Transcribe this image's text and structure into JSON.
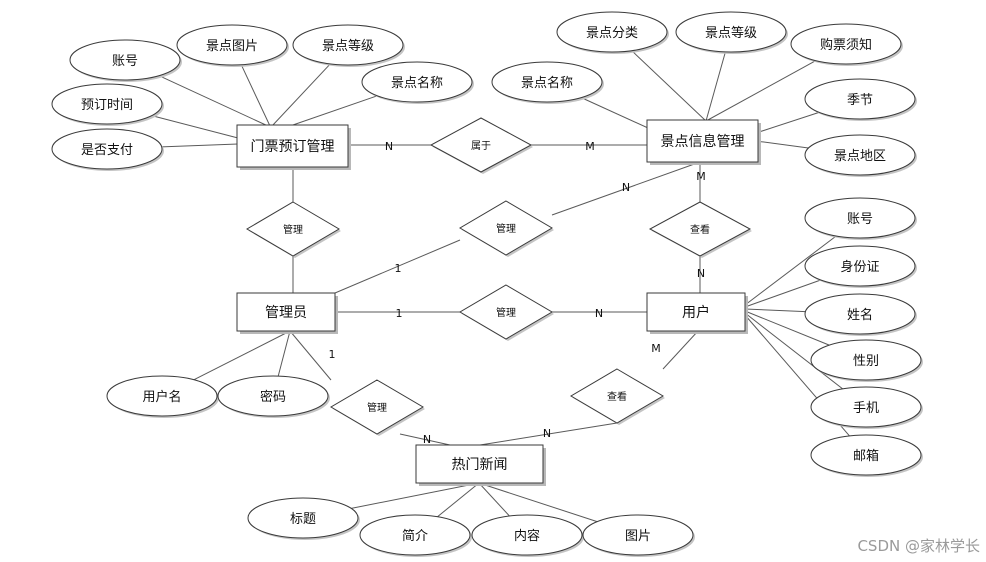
{
  "entities": [
    {
      "id": "ticket",
      "label": "门票预订管理"
    },
    {
      "id": "scenic",
      "label": "景点信息管理"
    },
    {
      "id": "admin",
      "label": "管理员"
    },
    {
      "id": "user",
      "label": "用户"
    },
    {
      "id": "news",
      "label": "热门新闻"
    }
  ],
  "attributes": [
    {
      "id": "a1",
      "label": "账号",
      "owner": "ticket"
    },
    {
      "id": "a2",
      "label": "景点图片",
      "owner": "ticket"
    },
    {
      "id": "a3",
      "label": "景点等级",
      "owner": "ticket"
    },
    {
      "id": "a4",
      "label": "景点名称",
      "owner": "ticket"
    },
    {
      "id": "a5",
      "label": "预订时间",
      "owner": "ticket"
    },
    {
      "id": "a6",
      "label": "是否支付",
      "owner": "ticket"
    },
    {
      "id": "b1",
      "label": "景点分类",
      "owner": "scenic"
    },
    {
      "id": "b2",
      "label": "景点等级",
      "owner": "scenic"
    },
    {
      "id": "b3",
      "label": "购票须知",
      "owner": "scenic"
    },
    {
      "id": "b4",
      "label": "景点名称",
      "owner": "scenic"
    },
    {
      "id": "b5",
      "label": "季节",
      "owner": "scenic"
    },
    {
      "id": "b6",
      "label": "景点地区",
      "owner": "scenic"
    },
    {
      "id": "c1",
      "label": "账号",
      "owner": "user"
    },
    {
      "id": "c2",
      "label": "身份证",
      "owner": "user"
    },
    {
      "id": "c3",
      "label": "姓名",
      "owner": "user"
    },
    {
      "id": "c4",
      "label": "性别",
      "owner": "user"
    },
    {
      "id": "c5",
      "label": "手机",
      "owner": "user"
    },
    {
      "id": "c6",
      "label": "邮箱",
      "owner": "user"
    },
    {
      "id": "d1",
      "label": "用户名",
      "owner": "admin"
    },
    {
      "id": "d2",
      "label": "密码",
      "owner": "admin"
    },
    {
      "id": "e1",
      "label": "标题",
      "owner": "news"
    },
    {
      "id": "e2",
      "label": "简介",
      "owner": "news"
    },
    {
      "id": "e3",
      "label": "内容",
      "owner": "news"
    },
    {
      "id": "e4",
      "label": "图片",
      "owner": "news"
    }
  ],
  "relationships": [
    {
      "id": "r1",
      "label": "属于",
      "from": "ticket",
      "to": "scenic",
      "from_card": "N",
      "to_card": "M"
    },
    {
      "id": "r2",
      "label": "管理",
      "from": "ticket",
      "to": "admin",
      "from_card": "",
      "to_card": ""
    },
    {
      "id": "r3",
      "label": "管理",
      "from": "admin",
      "to": "scenic",
      "from_card": "1",
      "to_card": "N"
    },
    {
      "id": "r4",
      "label": "查看",
      "from": "scenic",
      "to": "user",
      "from_card": "M",
      "to_card": "N"
    },
    {
      "id": "r5",
      "label": "管理",
      "from": "admin",
      "to": "user",
      "from_card": "1",
      "to_card": "N"
    },
    {
      "id": "r6",
      "label": "管理",
      "from": "admin",
      "to": "news",
      "from_card": "1",
      "to_card": "N"
    },
    {
      "id": "r7",
      "label": "查看",
      "from": "user",
      "to": "news",
      "from_card": "M",
      "to_card": "N"
    }
  ],
  "watermark": "CSDN @家林学长"
}
